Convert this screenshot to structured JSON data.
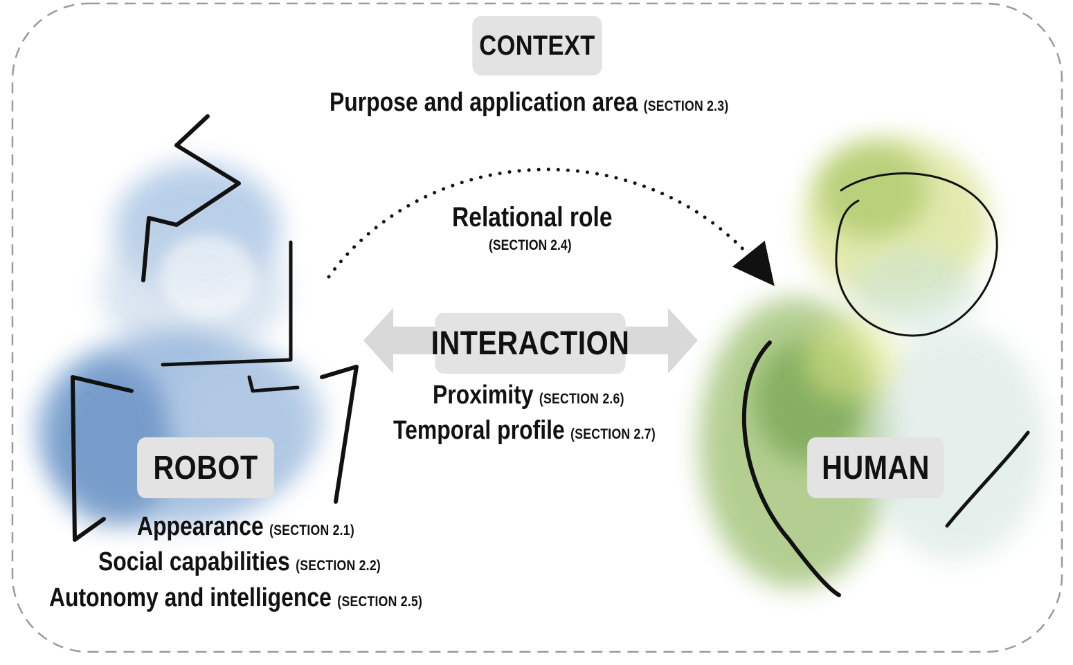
{
  "context": {
    "title": "CONTEXT",
    "purpose": {
      "label": "Purpose and application area",
      "section": "(SECTION 2.3)"
    }
  },
  "relational_role": {
    "label": "Relational role",
    "section": "(SECTION 2.4)"
  },
  "interaction": {
    "title": "INTERACTION",
    "items": [
      {
        "label": "Proximity",
        "section": "(SECTION 2.6)"
      },
      {
        "label": "Temporal profile",
        "section": "(SECTION 2.7)"
      }
    ]
  },
  "robot": {
    "title": "ROBOT",
    "items": [
      {
        "label": "Appearance",
        "section": "(SECTION 2.1)"
      },
      {
        "label": "Social capabilities",
        "section": "(SECTION 2.2)"
      },
      {
        "label": "Autonomy and intelligence",
        "section": "(SECTION 2.5)"
      }
    ]
  },
  "human": {
    "title": "HUMAN"
  },
  "colors": {
    "box_fill": "#e3e3e3",
    "border_dash": "#9a9a9a",
    "robot_watercolor": "#4a7fc0",
    "human_watercolor": "#7aa832",
    "human_highlight": "#d8e07a",
    "arrow": "#d9d9d9",
    "ink": "#111111"
  }
}
